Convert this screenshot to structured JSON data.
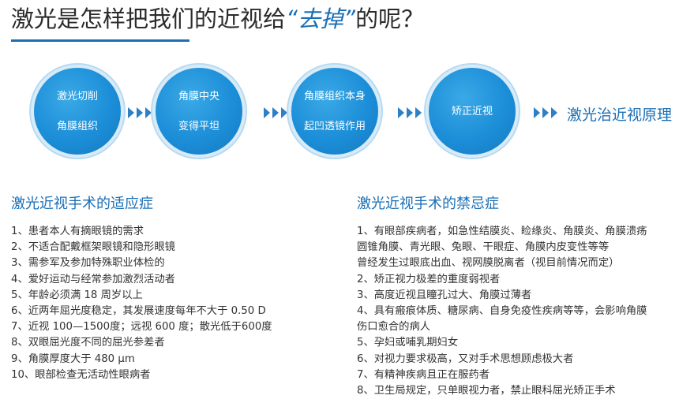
{
  "title": {
    "prefix": "激光是怎样把我们的近视给",
    "highlight": "“去掉”",
    "suffix": "的呢？"
  },
  "flow": {
    "steps": [
      {
        "line1": "激光切削",
        "line2": "角膜组织"
      },
      {
        "line1": "角膜中央",
        "line2": "变得平坦"
      },
      {
        "line1": "角膜组织本身",
        "line2": "起凹透镜作用"
      },
      {
        "line1": "矫正近视",
        "line2": ""
      }
    ],
    "principle": "激光治近视原理"
  },
  "indications": {
    "heading": "激光近视手术的适应症",
    "items": [
      "1、患者本人有摘眼镜的需求",
      "2、不适合配戴框架眼镜和隐形眼镜",
      "3、需参军及参加特殊职业体检的",
      "4、爱好运动与经常参加激烈活动者",
      "5、年龄必须满 18 周岁以上",
      "6、近两年屈光度稳定，其发展速度每年不大于 0.50 D",
      "7、近视 100—1500度；远视 600 度；散光低于600度",
      "8、双眼屈光度不同的屈光参差者",
      "9、角膜厚度大于 480 μm",
      "10、眼部检查无活动性眼病者"
    ]
  },
  "contraindications": {
    "heading": "激光近视手术的禁忌症",
    "items": [
      "1、有眼部疾病者，如急性结膜炎、睑缘炎、角膜炎、角膜溃疡",
      "    圆锥角膜、青光眼、兔眼、干眼症、角膜内皮变性等等",
      "    曾经发生过眼底出血、视网膜脱离者（视目前情况而定）",
      "2、矫正视力极差的重度弱视者",
      "3、高度近视且瞳孔过大、角膜过薄者",
      "4、具有瘢痕体质、糖尿病、自身免疫性疾病等等，会影响角膜",
      "    伤口愈合的病人",
      "5、孕妇或哺乳期妇女",
      "6、对视力要求极高，又对手术思想顾虑极大者",
      "7、有精神疾病且正在服药者",
      "8、卫生局规定，只单眼视力者，禁止眼科屈光矫正手术"
    ]
  },
  "colors": {
    "accent": "#1a6fb5",
    "circle": "#1c8ed8",
    "text": "#333333"
  }
}
